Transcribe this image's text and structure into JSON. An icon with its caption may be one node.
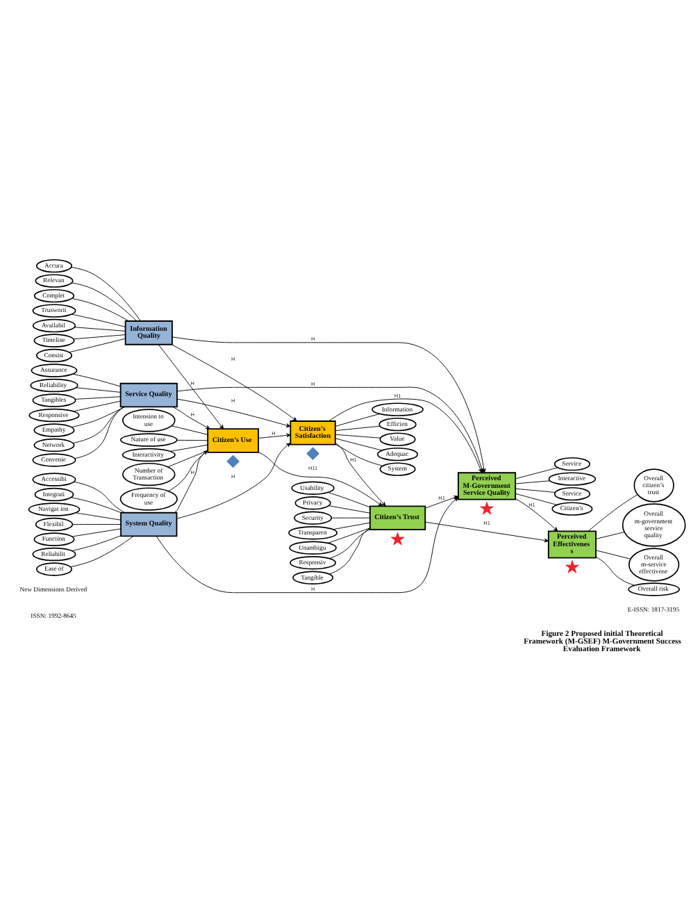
{
  "diagram": {
    "caption": "Figure 2 Proposed initial Theoretical Framework (M-GSEF) M-Government Success Evaluation Framework",
    "nodes": [
      {
        "text": [
          "Accessibi"
        ]
      },
      {
        "text": [
          "Frequency of use"
        ]
      },
      {
        "text": [
          "Usability"
        ]
      },
      {
        "text": [
          "Flexibil"
        ]
      },
      {
        "text": [
          "Intension to use"
        ]
      },
      {
        "text": [
          "Privacy"
        ]
      },
      {
        "text": [
          "Function"
        ]
      },
      {
        "text": [
          "Nature of use"
        ]
      },
      {
        "text": [
          "Security"
        ]
      },
      {
        "text": [
          "Reliabilit"
        ]
      },
      {
        "text": [
          "Interactivity"
        ]
      },
      {
        "text": [
          "Transparen"
        ]
      },
      {
        "text": [
          "Ease of"
        ]
      },
      {
        "text": [
          "Number of Transaction"
        ]
      },
      {
        "text": [
          "Unambigu"
        ]
      },
      {
        "text": [
          "Integrati"
        ]
      },
      {
        "text": [
          "Responsiv"
        ]
      },
      {
        "text": [
          "Navigat ion"
        ]
      },
      {
        "text": [
          "Citizen’s Use"
        ]
      },
      {
        "text": [
          "Tangible"
        ]
      },
      {
        "text": [
          "Overall citizen’s trust"
        ]
      },
      {
        "text": [
          "Accura"
        ]
      },
      {
        "text": [
          "System Quality"
        ]
      },
      {
        "text": [
          "Citizen’s Trust"
        ]
      },
      {
        "text": [
          "Relevan"
        ]
      },
      {
        "text": [
          "Overall m-government service quality"
        ]
      },
      {
        "text": [
          "Complet"
        ]
      },
      {
        "text": [
          "Information Quality"
        ]
      },
      {
        "text": [
          "Trusworit"
        ]
      },
      {
        "text": [
          "Perceived Effectivenes s"
        ]
      },
      {
        "text": [
          "Overall m-service effectivene"
        ]
      },
      {
        "text": [
          "Availabil"
        ]
      },
      {
        "text": [
          "Service Quality"
        ]
      },
      {
        "text": [
          "Timeline"
        ]
      },
      {
        "text": [
          "Perceived M-Government Service Quality"
        ]
      },
      {
        "text": [
          "Overall risk"
        ]
      },
      {
        "text": [
          "Consist"
        ]
      },
      {
        "text": [
          "Assurance"
        ]
      },
      {
        "text": [
          "Citizen’s Satisfaction"
        ]
      },
      {
        "text": [
          "Interactive"
        ]
      },
      {
        "text": [
          "Reliability"
        ]
      },
      {
        "text": [
          "Efficien"
        ]
      },
      {
        "text": [
          "Service"
        ]
      },
      {
        "text": [
          "Tangibles"
        ]
      },
      {
        "text": [
          "Value"
        ]
      },
      {
        "text": [
          "Citizen’s"
        ]
      },
      {
        "text": [
          "Responsive"
        ]
      },
      {
        "text": [
          "Adequac"
        ]
      },
      {
        "text": [
          "Service"
        ]
      },
      {
        "text": [
          "Empathy"
        ]
      },
      {
        "text": [
          "System"
        ]
      },
      {
        "text": [
          "Network"
        ]
      },
      {
        "text": [
          "Information"
        ]
      },
      {
        "text": [
          "Convenie"
        ]
      }
    ],
    "edges": [
      {
        "from": 22,
        "to": 18,
        "arrow": "to",
        "label": "H"
      },
      {
        "from": 22,
        "to": 34,
        "arrow": "to",
        "label": "H"
      },
      {
        "from": 22,
        "to": 38,
        "arrow": "to",
        "label": "H"
      },
      {
        "from": 27,
        "to": 18,
        "arrow": "to",
        "label": "H"
      },
      {
        "from": 27,
        "to": 34,
        "arrow": "to",
        "label": "H"
      },
      {
        "from": 27,
        "to": 38,
        "arrow": "to",
        "label": "H"
      },
      {
        "from": 32,
        "to": 18,
        "arrow": "to",
        "label": "H"
      },
      {
        "from": 32,
        "to": 34,
        "arrow": "to",
        "label": "H"
      },
      {
        "from": 32,
        "to": 38,
        "arrow": "to",
        "label": "H"
      },
      {
        "from": 18,
        "to": 38,
        "arrow": "to",
        "label": "H"
      },
      {
        "from": 18,
        "to": 23,
        "arrow": "to",
        "label": "H11"
      },
      {
        "from": 38,
        "to": 23,
        "arrow": "to",
        "label": "H1"
      },
      {
        "from": 38,
        "to": 34,
        "arrow": "to",
        "label": "H1"
      },
      {
        "from": 23,
        "to": 34,
        "arrow": "to",
        "label": "H1"
      },
      {
        "from": 23,
        "to": 29,
        "arrow": "to",
        "label": "H1"
      },
      {
        "from": 34,
        "to": 29,
        "arrow": "to",
        "label": "H1"
      },
      {
        "from": 0,
        "to": 22,
        "arrow": "none"
      },
      {
        "from": 3,
        "to": 22,
        "arrow": "none"
      },
      {
        "from": 6,
        "to": 22,
        "arrow": "none"
      },
      {
        "from": 9,
        "to": 22,
        "arrow": "none"
      },
      {
        "from": 12,
        "to": 22,
        "arrow": "none"
      },
      {
        "from": 15,
        "to": 22,
        "arrow": "none"
      },
      {
        "from": 17,
        "to": 22,
        "arrow": "none"
      },
      {
        "from": 1,
        "to": 18,
        "arrow": "none"
      },
      {
        "from": 4,
        "to": 18,
        "arrow": "none"
      },
      {
        "from": 7,
        "to": 18,
        "arrow": "none"
      },
      {
        "from": 10,
        "to": 18,
        "arrow": "none"
      },
      {
        "from": 13,
        "to": 18,
        "arrow": "none"
      },
      {
        "from": 2,
        "to": 23,
        "arrow": "none"
      },
      {
        "from": 5,
        "to": 23,
        "arrow": "none"
      },
      {
        "from": 8,
        "to": 23,
        "arrow": "none"
      },
      {
        "from": 11,
        "to": 23,
        "arrow": "none"
      },
      {
        "from": 14,
        "to": 23,
        "arrow": "none"
      },
      {
        "from": 16,
        "to": 23,
        "arrow": "none"
      },
      {
        "from": 19,
        "to": 23,
        "arrow": "none"
      },
      {
        "from": 21,
        "to": 27,
        "arrow": "none"
      },
      {
        "from": 24,
        "to": 27,
        "arrow": "none"
      },
      {
        "from": 26,
        "to": 27,
        "arrow": "none"
      },
      {
        "from": 28,
        "to": 27,
        "arrow": "none"
      },
      {
        "from": 31,
        "to": 27,
        "arrow": "none"
      },
      {
        "from": 33,
        "to": 27,
        "arrow": "none"
      },
      {
        "from": 36,
        "to": 27,
        "arrow": "none"
      },
      {
        "from": 29,
        "to": 20,
        "arrow": "none"
      },
      {
        "from": 29,
        "to": 25,
        "arrow": "none"
      },
      {
        "from": 29,
        "to": 30,
        "arrow": "none"
      },
      {
        "from": 29,
        "to": 35,
        "arrow": "none"
      },
      {
        "from": 37,
        "to": 32,
        "arrow": "none"
      },
      {
        "from": 40,
        "to": 32,
        "arrow": "none"
      },
      {
        "from": 43,
        "to": 32,
        "arrow": "none"
      },
      {
        "from": 46,
        "to": 32,
        "arrow": "none"
      },
      {
        "from": 49,
        "to": 32,
        "arrow": "none"
      },
      {
        "from": 51,
        "to": 32,
        "arrow": "none"
      },
      {
        "from": 53,
        "to": 32,
        "arrow": "none"
      },
      {
        "from": 38,
        "to": 41,
        "arrow": "none"
      },
      {
        "from": 38,
        "to": 44,
        "arrow": "none"
      },
      {
        "from": 38,
        "to": 47,
        "arrow": "none"
      },
      {
        "from": 38,
        "to": 50,
        "arrow": "none"
      },
      {
        "from": 38,
        "to": 52,
        "arrow": "none"
      },
      {
        "from": 34,
        "to": 39,
        "arrow": "none"
      },
      {
        "from": 34,
        "to": 42,
        "arrow": "none"
      },
      {
        "from": 34,
        "to": 45,
        "arrow": "none"
      },
      {
        "from": 34,
        "to": 48,
        "arrow": "none"
      }
    ],
    "labels": [
      "ISSN: 1992-8645",
      "E-ISSN: 1817-3195",
      "New Dimensions Derived"
    ]
  }
}
